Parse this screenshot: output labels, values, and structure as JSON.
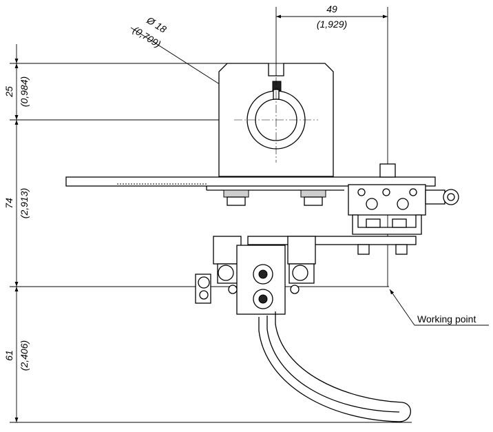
{
  "dimensions": {
    "top_width": {
      "mm": "49",
      "inch": "(1,929)"
    },
    "diameter": {
      "mm": "Ø 18",
      "inch": "(0,709)"
    },
    "upper_height": {
      "mm": "25",
      "inch": "(0,984)"
    },
    "middle_height": {
      "mm": "74",
      "inch": "(2,913)"
    },
    "lower_height": {
      "mm": "61",
      "inch": "(2,406)"
    }
  },
  "callout": {
    "label": "Working point"
  }
}
